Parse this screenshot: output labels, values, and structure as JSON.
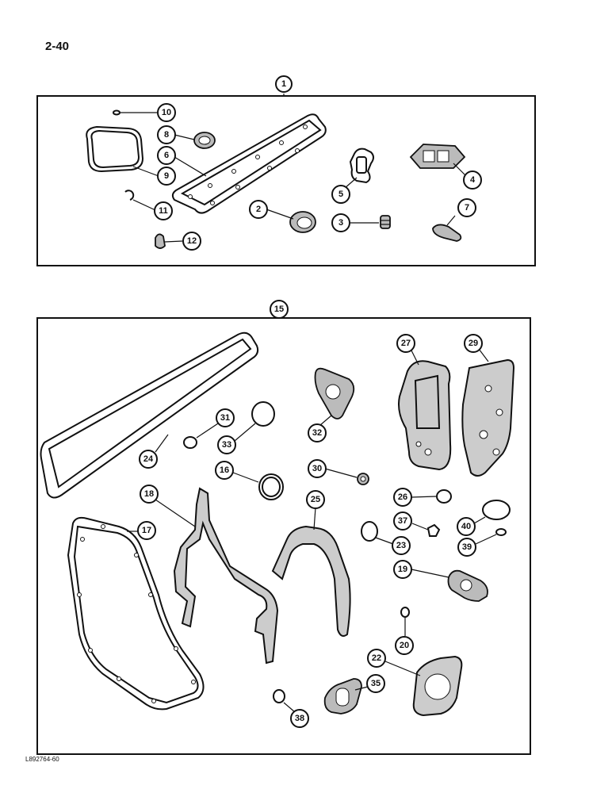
{
  "page": {
    "number": "2-40",
    "drawing_code": "L892764-60"
  },
  "callouts": {
    "c1": "1",
    "c2": "2",
    "c3": "3",
    "c4": "4",
    "c5": "5",
    "c6": "6",
    "c7": "7",
    "c8": "8",
    "c9": "9",
    "c10": "10",
    "c11": "11",
    "c12": "12",
    "c15": "15",
    "c16": "16",
    "c17": "17",
    "c18": "18",
    "c19": "19",
    "c20": "20",
    "c22": "22",
    "c23": "23",
    "c24": "24",
    "c25": "25",
    "c26": "26",
    "c27": "27",
    "c29": "29",
    "c30": "30",
    "c31": "31",
    "c32": "32",
    "c33": "33",
    "c35": "35",
    "c37": "37",
    "c38": "38",
    "c39": "39",
    "c40": "40"
  }
}
